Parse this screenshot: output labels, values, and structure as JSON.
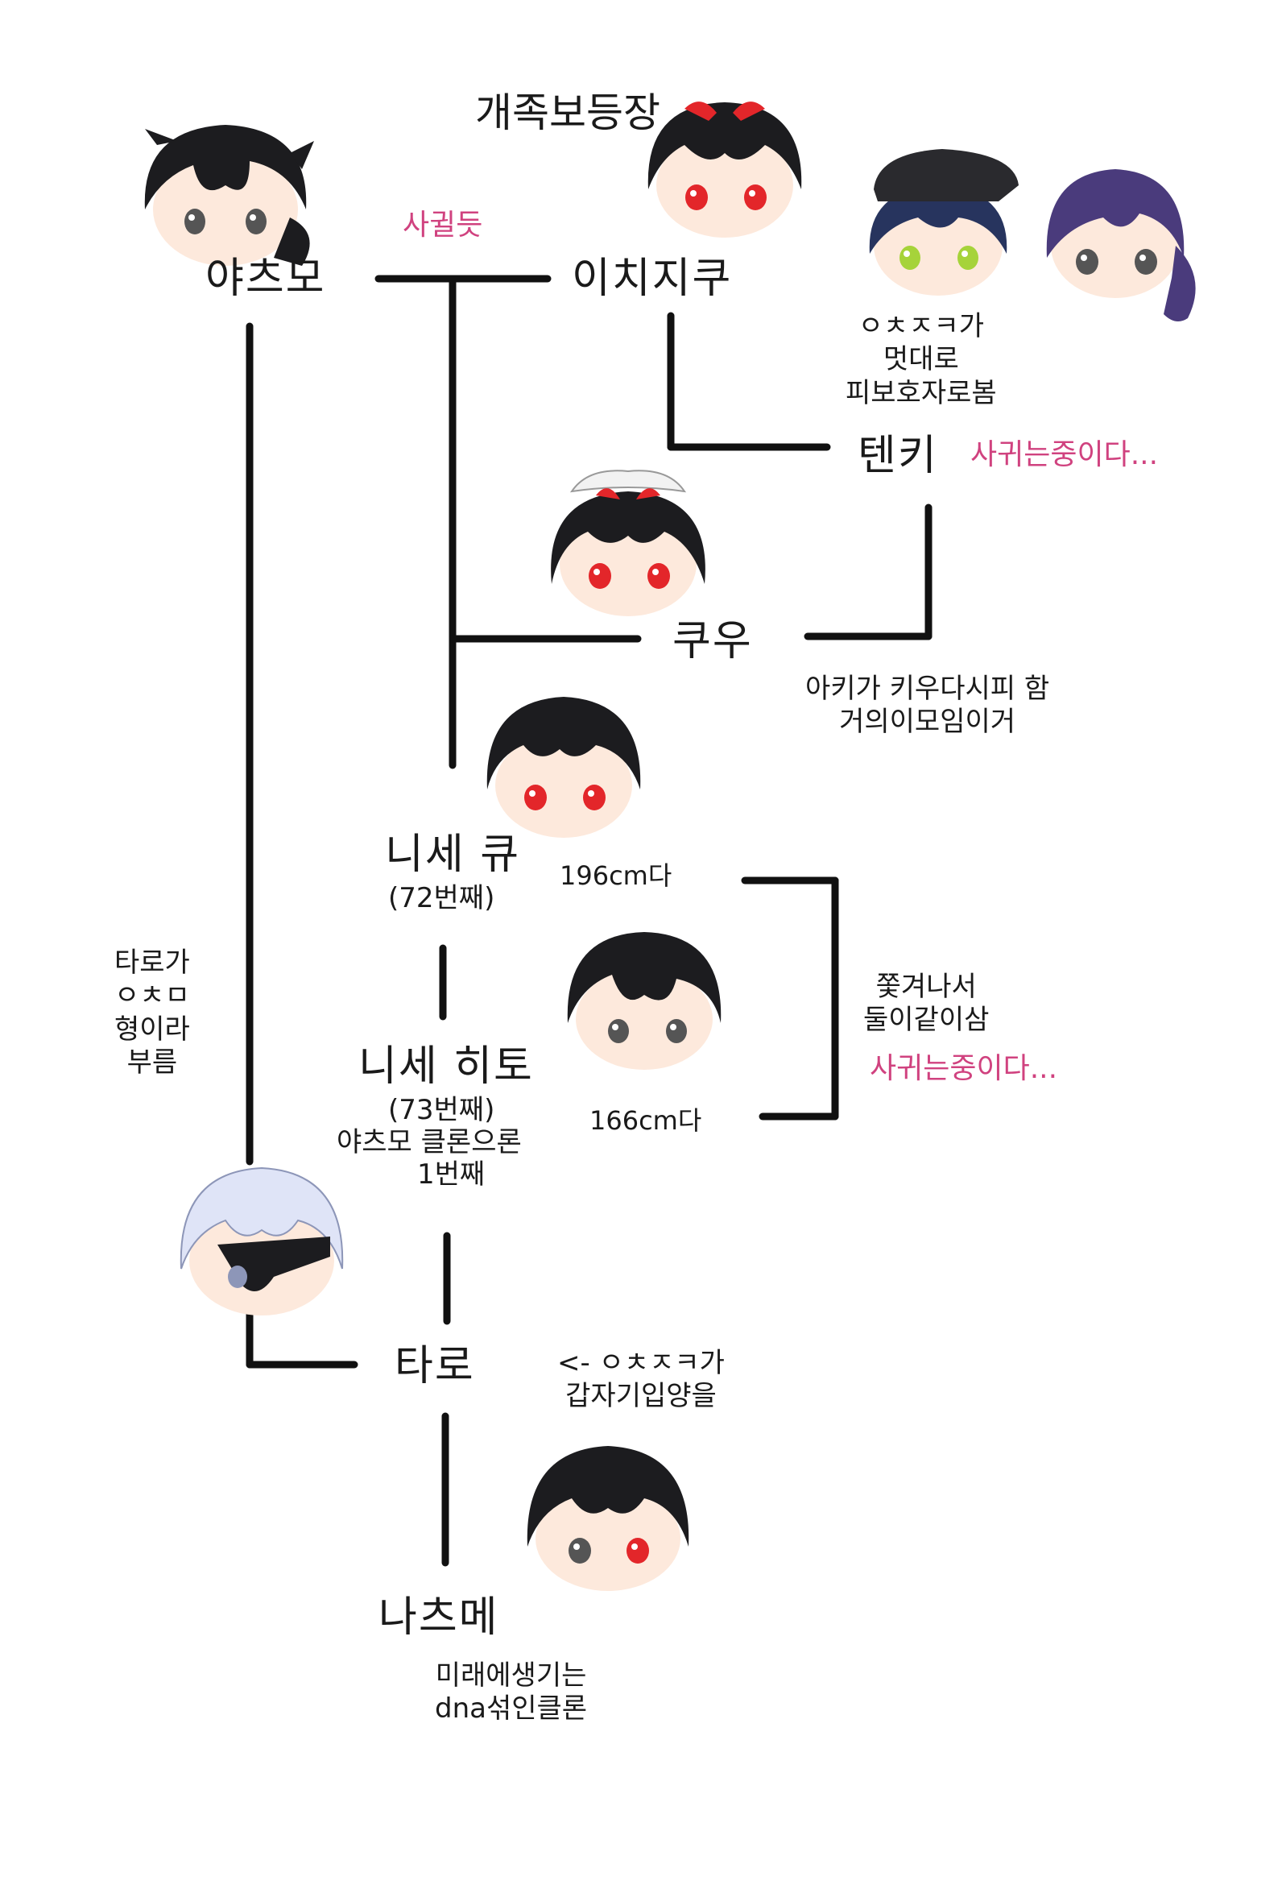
{
  "title": "개족보등장",
  "colors": {
    "line": "#111111",
    "pink": "#d0427f",
    "hair": "#1c1c1f",
    "skin": "#fde9dc",
    "red_eye": "#e3262a",
    "gray_eye": "#555555",
    "green_eye": "#a6d33a",
    "purple_hair": "#4a3b7c",
    "navy_hair": "#27345e",
    "white_hair": "#dfe4f7"
  },
  "nodes": {
    "yatsumo": {
      "name": "야츠모"
    },
    "ichijiku": {
      "name": "이치지쿠"
    },
    "tenki": {
      "name": "텐키"
    },
    "kuu": {
      "name": "쿠우"
    },
    "nise_kyu": {
      "name": "니세 큐",
      "sub": "(72번째)",
      "height": "196cm다"
    },
    "nise_hito": {
      "name": "니세 히토",
      "sub": "(73번째)",
      "sub2": "야츠모 클론으론",
      "sub3": "1번째",
      "height": "166cm다"
    },
    "taro": {
      "name": "타로"
    },
    "natsume": {
      "name": "나츠메"
    }
  },
  "labels": {
    "ichijiku_rel": "사귈듯",
    "tenki_rel": "사귀는중이다...",
    "nise_rel": "사귀는중이다...",
    "guardian": [
      "ㅇㅊㅈㅋ가",
      "멋대로",
      "피보호자로봄"
    ],
    "kuu_note": [
      "아키가 키우다시피 함",
      "거의이모임이거"
    ],
    "nise_note": [
      "쫓겨나서",
      "둘이같이삼"
    ],
    "taro_call": [
      "타로가",
      "ㅇㅊㅁ",
      "형이라",
      "부름"
    ],
    "taro_note": [
      "<- ㅇㅊㅈㅋ가",
      "갑자기입양을"
    ],
    "natsume_note": [
      "미래에생기는",
      "dna섞인클론"
    ]
  }
}
